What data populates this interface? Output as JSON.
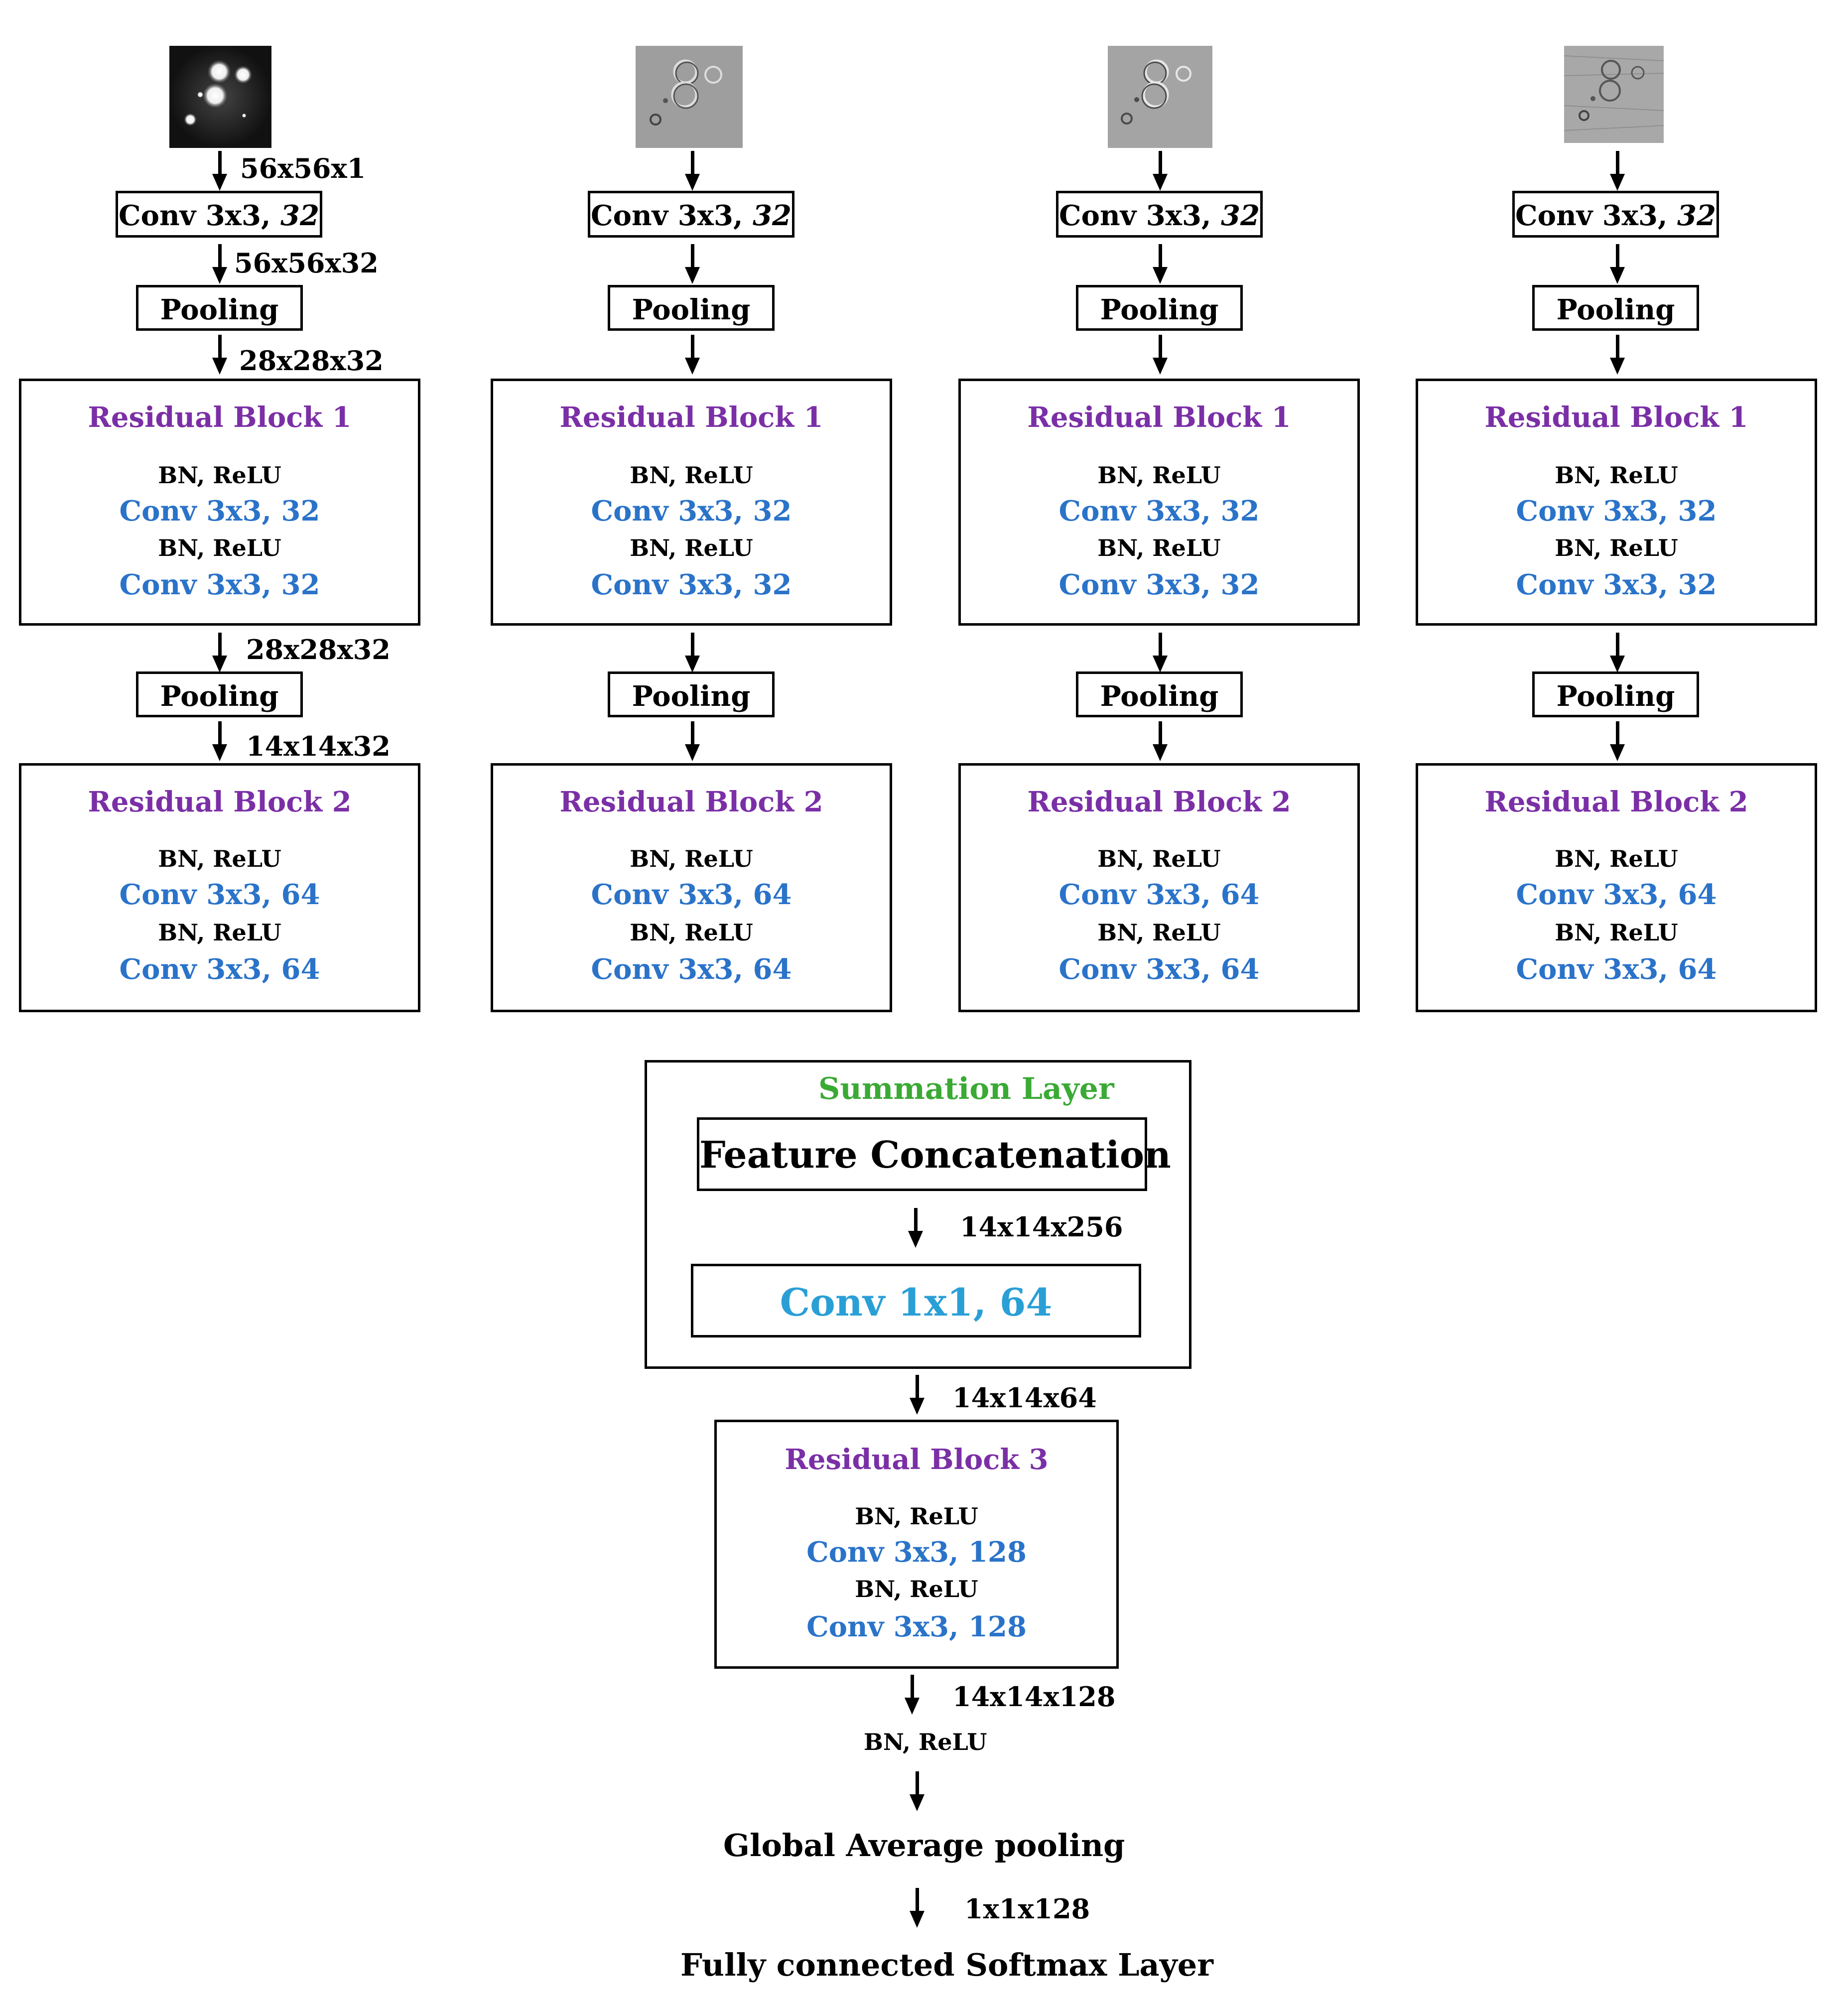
{
  "branches": [
    {
      "image": "input-fluorescence-image",
      "conv1": {
        "prefix": "Conv 3x3, ",
        "channels": "32"
      },
      "pool1": "Pooling",
      "block1": {
        "title": "Residual Block 1",
        "bn1": "BN, ReLU",
        "conv1": "Conv 3x3, 32",
        "bn2": "BN, ReLU",
        "conv2": "Conv 3x3, 32"
      },
      "pool2": "Pooling",
      "block2": {
        "title": "Residual Block 2",
        "bn1": "BN, ReLU",
        "conv1": "Conv 3x3, 64",
        "bn2": "BN, ReLU",
        "conv2": "Conv 3x3, 64"
      },
      "dims": {
        "input": "56x56x1",
        "after_conv": "56x56x32",
        "after_pool1": "28x28x32",
        "after_block1": "28x28x32",
        "after_pool2": "14x14x32"
      }
    },
    {
      "image": "input-filtered-image-1",
      "conv1": {
        "prefix": "Conv 3x3, ",
        "channels": "32"
      },
      "pool1": "Pooling",
      "block1": {
        "title": "Residual Block 1",
        "bn1": "BN, ReLU",
        "conv1": "Conv 3x3, 32",
        "bn2": "BN, ReLU",
        "conv2": "Conv 3x3, 32"
      },
      "pool2": "Pooling",
      "block2": {
        "title": "Residual Block 2",
        "bn1": "BN, ReLU",
        "conv1": "Conv 3x3, 64",
        "bn2": "BN, ReLU",
        "conv2": "Conv 3x3, 64"
      }
    },
    {
      "image": "input-filtered-image-2",
      "conv1": {
        "prefix": "Conv 3x3, ",
        "channels": "32"
      },
      "pool1": "Pooling",
      "block1": {
        "title": "Residual Block 1",
        "bn1": "BN, ReLU",
        "conv1": "Conv 3x3, 32",
        "bn2": "BN, ReLU",
        "conv2": "Conv 3x3, 32"
      },
      "pool2": "Pooling",
      "block2": {
        "title": "Residual Block 2",
        "bn1": "BN, ReLU",
        "conv1": "Conv 3x3, 64",
        "bn2": "BN, ReLU",
        "conv2": "Conv 3x3, 64"
      }
    },
    {
      "image": "input-filtered-image-3",
      "conv1": {
        "prefix": "Conv 3x3, ",
        "channels": "32"
      },
      "pool1": "Pooling",
      "block1": {
        "title": "Residual Block 1",
        "bn1": "BN, ReLU",
        "conv1": "Conv 3x3, 32",
        "bn2": "BN, ReLU",
        "conv2": "Conv 3x3, 32"
      },
      "pool2": "Pooling",
      "block2": {
        "title": "Residual Block 2",
        "bn1": "BN, ReLU",
        "conv1": "Conv 3x3, 64",
        "bn2": "BN, ReLU",
        "conv2": "Conv 3x3, 64"
      }
    }
  ],
  "summation": {
    "title": "Summation Layer",
    "concat": "Feature Concatenation",
    "concat_dim": "14x14x256",
    "conv": "Conv 1x1, 64",
    "out_dim": "14x14x64"
  },
  "block3": {
    "title": "Residual Block 3",
    "bn1": "BN, ReLU",
    "conv1": "Conv 3x3, 128",
    "bn2": "BN, ReLU",
    "conv2": "Conv 3x3, 128"
  },
  "tail": {
    "block3_dim": "14x14x128",
    "bn": "BN, ReLU",
    "gap": "Global Average pooling",
    "gap_dim": "1x1x128",
    "fc": "Fully connected Softmax Layer"
  },
  "colors": {
    "title": "#7b2fa6",
    "conv": "#2a73c9",
    "summation": "#3aaa35",
    "conv1x1": "#2a9fd6"
  }
}
